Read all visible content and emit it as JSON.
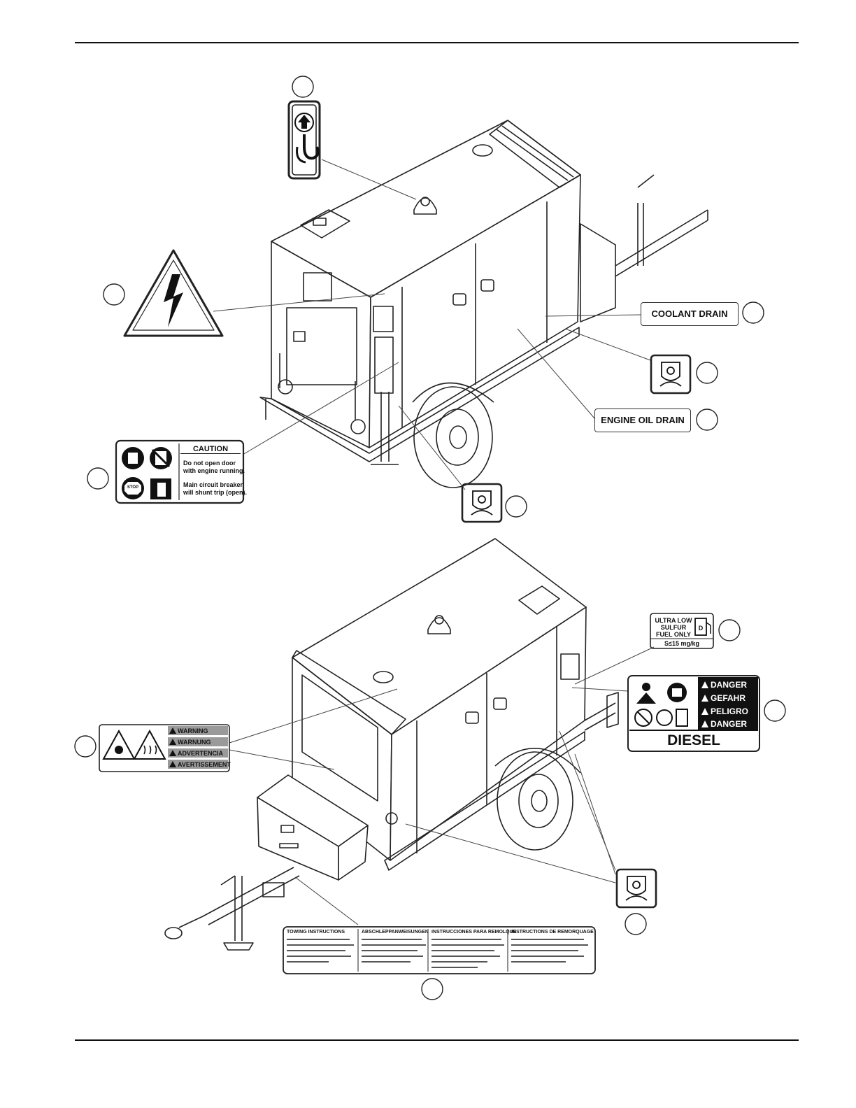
{
  "labels": {
    "coolant_drain": "COOLANT DRAIN",
    "engine_oil_drain": "ENGINE OIL DRAIN",
    "caution_heading": "CAUTION",
    "caution_line1": "Do not open door",
    "caution_line2": "with engine running.",
    "caution_line3": "Main circuit breaker",
    "caution_line4": "will shunt trip (open).",
    "stop_icon_text": "STOP",
    "fuel_line1": "ULTRA LOW",
    "fuel_line2": "SULFUR",
    "fuel_line3": "FUEL ONLY",
    "fuel_spec": "S≤15 mg/kg",
    "fuel_pump_letter": "D",
    "warning": [
      "WARNING",
      "WARNUNG",
      "ADVERTENCIA",
      "AVERTISSEMENT"
    ],
    "danger": [
      "DANGER",
      "GEFAHR",
      "PELIGRO",
      "DANGER"
    ],
    "diesel": "DIESEL",
    "towing": [
      "TOWING INSTRUCTIONS",
      "ABSCHLEPPANWEISUNGEN",
      "INSTRUCCIONES PARA REMOLQUE",
      "INSTRUCTIONS DE REMORQUAGE"
    ]
  },
  "icons": [
    "lifting-hook-icon",
    "electrical-hazard-icon",
    "drain-fluid-icon",
    "no-open-door-icon",
    "stop-icon",
    "fuel-pump-icon",
    "hot-surface-icon",
    "moving-parts-icon",
    "no-flame-icon",
    "manual-read-icon"
  ],
  "colors": {
    "ink": "#111111",
    "label_gray": "#9a9a9a",
    "danger_bg": "#111111"
  }
}
